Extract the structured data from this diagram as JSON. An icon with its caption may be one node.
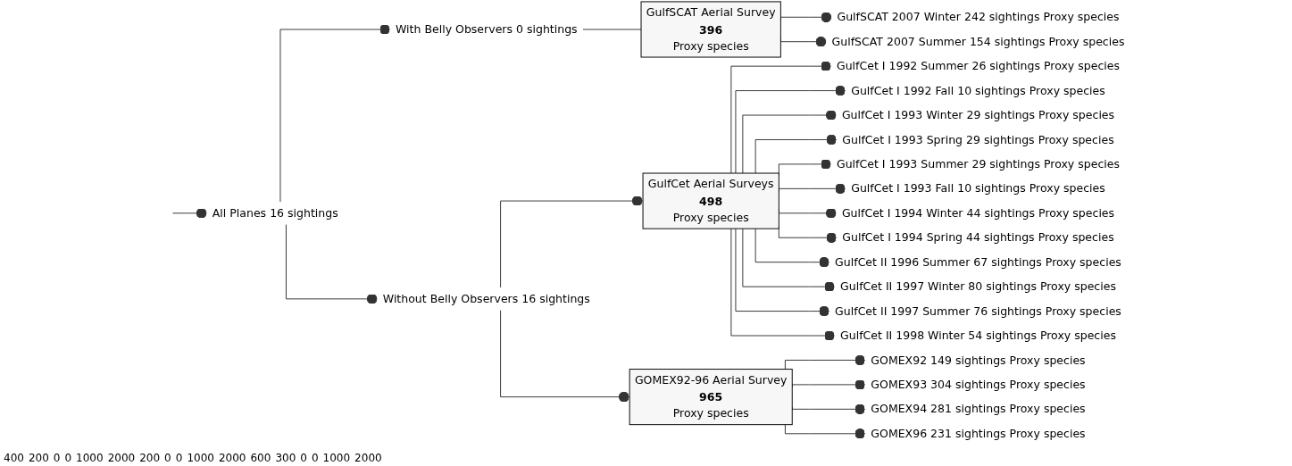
{
  "diagram": {
    "nodes": [
      {
        "text": [
          "All Planes",
          "16 sightings"
        ]
      },
      {
        "text": [
          "With Belly Observers",
          "0 sightings"
        ]
      },
      {
        "text": [
          "GulfSCAT Aerial Survey",
          "396",
          "Proxy species"
        ]
      },
      {
        "text": [
          "GulfSCAT 2007 Winter",
          "242 sightings",
          "Proxy species"
        ]
      },
      {
        "text": [
          "GulfSCAT 2007 Summer",
          "154 sightings",
          "Proxy species"
        ]
      },
      {
        "text": [
          "Without Belly Observers",
          "16 sightings"
        ]
      },
      {
        "text": [
          "GulfCet Aerial Surveys",
          "498",
          "Proxy species"
        ]
      },
      {
        "text": [
          "GulfCet I 1992 Summer",
          "26 sightings",
          "Proxy species"
        ]
      },
      {
        "text": [
          "GulfCet I 1992 Fall",
          "10 sightings",
          "Proxy species"
        ]
      },
      {
        "text": [
          "GulfCet I 1993 Winter",
          "29 sightings",
          "Proxy species"
        ]
      },
      {
        "text": [
          "GulfCet I 1993 Spring",
          "29 sightings",
          "Proxy species"
        ]
      },
      {
        "text": [
          "GulfCet I 1993 Summer",
          "29 sightings",
          "Proxy species"
        ]
      },
      {
        "text": [
          "GulfCet I 1993 Fall",
          "10 sightings",
          "Proxy species"
        ]
      },
      {
        "text": [
          "GulfCet I 1994 Winter",
          "44 sightings",
          "Proxy species"
        ]
      },
      {
        "text": [
          "GulfCet I 1994 Spring",
          "44 sightings",
          "Proxy species"
        ]
      },
      {
        "text": [
          "GulfCet II 1996 Summer",
          "67 sightings",
          "Proxy species"
        ]
      },
      {
        "text": [
          "GulfCet II 1997 Winter",
          "80 sightings",
          "Proxy species"
        ]
      },
      {
        "text": [
          "GulfCet II 1997 Summer",
          "76 sightings",
          "Proxy species"
        ]
      },
      {
        "text": [
          "GulfCet II 1998 Winter",
          "54 sightings",
          "Proxy species"
        ]
      },
      {
        "text": [
          "GOMEX92-96 Aerial Survey",
          "965",
          "Proxy species"
        ]
      },
      {
        "text": [
          "GOMEX92",
          "149 sightings",
          "Proxy species"
        ]
      },
      {
        "text": [
          "GOMEX93",
          "304 sightings",
          "Proxy species"
        ]
      },
      {
        "text": [
          "GOMEX94",
          "281 sightings",
          "Proxy species"
        ]
      },
      {
        "text": [
          "GOMEX96",
          "231 sightings",
          "Proxy species"
        ]
      }
    ],
    "edges": [
      {
        "from": null,
        "to": 0,
        "arrow": "other"
      },
      {
        "from": 0,
        "to": 1,
        "arrow": "other"
      },
      {
        "from": 0,
        "to": 5,
        "arrow": "other"
      },
      {
        "from": 1,
        "to": 2,
        "arrow": "none"
      },
      {
        "from": 2,
        "to": 3,
        "arrow": "other"
      },
      {
        "from": 2,
        "to": 4,
        "arrow": "other"
      },
      {
        "from": 5,
        "to": 6,
        "arrow": "other"
      },
      {
        "from": 5,
        "to": 19,
        "arrow": "other"
      },
      {
        "from": 6,
        "to": 7,
        "arrow": "other"
      },
      {
        "from": 6,
        "to": 8,
        "arrow": "other"
      },
      {
        "from": 6,
        "to": 9,
        "arrow": "other"
      },
      {
        "from": 6,
        "to": 10,
        "arrow": "other"
      },
      {
        "from": 6,
        "to": 11,
        "arrow": "other"
      },
      {
        "from": 6,
        "to": 12,
        "arrow": "other"
      },
      {
        "from": 6,
        "to": 13,
        "arrow": "other"
      },
      {
        "from": 6,
        "to": 14,
        "arrow": "other"
      },
      {
        "from": 6,
        "to": 15,
        "arrow": "other"
      },
      {
        "from": 6,
        "to": 16,
        "arrow": "other"
      },
      {
        "from": 6,
        "to": 17,
        "arrow": "other"
      },
      {
        "from": 6,
        "to": 18,
        "arrow": "other"
      },
      {
        "from": 19,
        "to": 20,
        "arrow": "other"
      },
      {
        "from": 19,
        "to": 21,
        "arrow": "other"
      },
      {
        "from": 19,
        "to": 22,
        "arrow": "other"
      },
      {
        "from": 19,
        "to": 23,
        "arrow": "other"
      }
    ],
    "labels": [
      "400",
      "200",
      "0",
      "0",
      "1000",
      "2000",
      "200",
      "0",
      "0",
      "1000",
      "2000",
      "600",
      "300",
      "0",
      "0",
      "1000",
      "2000"
    ]
  }
}
